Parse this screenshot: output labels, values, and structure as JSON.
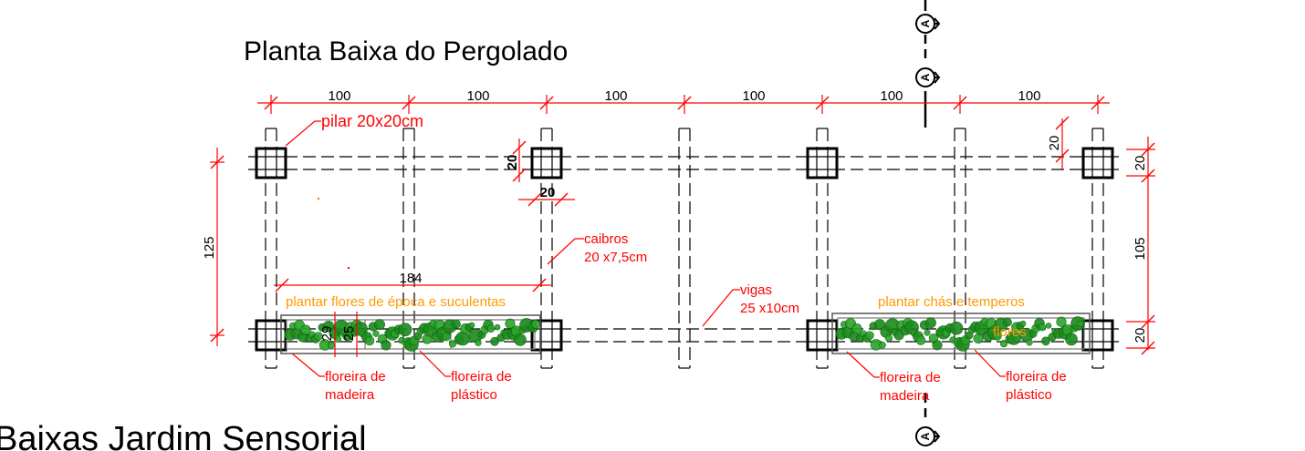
{
  "title": "Planta Baixa do Pergolado",
  "cut_title": "Baixas Jardim Sensorial",
  "section_marker": "A",
  "dimensions": {
    "top_spans": [
      "100",
      "100",
      "100",
      "100",
      "100",
      "100"
    ],
    "left_total": "125",
    "right_top": "20",
    "right_mid": "105",
    "right_bottom": "20",
    "pillar_height": "20",
    "pillar_width": "20",
    "corner_right": "20",
    "planter_length": "184",
    "planter_inner_a": "29",
    "planter_inner_b": "25"
  },
  "notes": {
    "pilar": "pilar 20x20cm",
    "caibros_line1": "caibros",
    "caibros_line2": "20 x7,5cm",
    "vigas_line1": "vigas",
    "vigas_line2": "25 x10cm",
    "left_wood_1": "floreira de",
    "left_wood_2": "madeira",
    "left_plastic_1": "floreira de",
    "left_plastic_2": "plástico",
    "right_wood_1": "floreira de",
    "right_wood_2": "madeira",
    "right_plastic_1": "floreira de",
    "right_plastic_2": "plástico"
  },
  "planting": {
    "left": "plantar flores de época e suculentas",
    "right": "plantar chás e temperos",
    "right_small": "flores"
  },
  "colors": {
    "line": "#000000",
    "annotation": "#ff0000",
    "planting_label": "#ff9900",
    "vegetation": "#1a8a1a"
  }
}
